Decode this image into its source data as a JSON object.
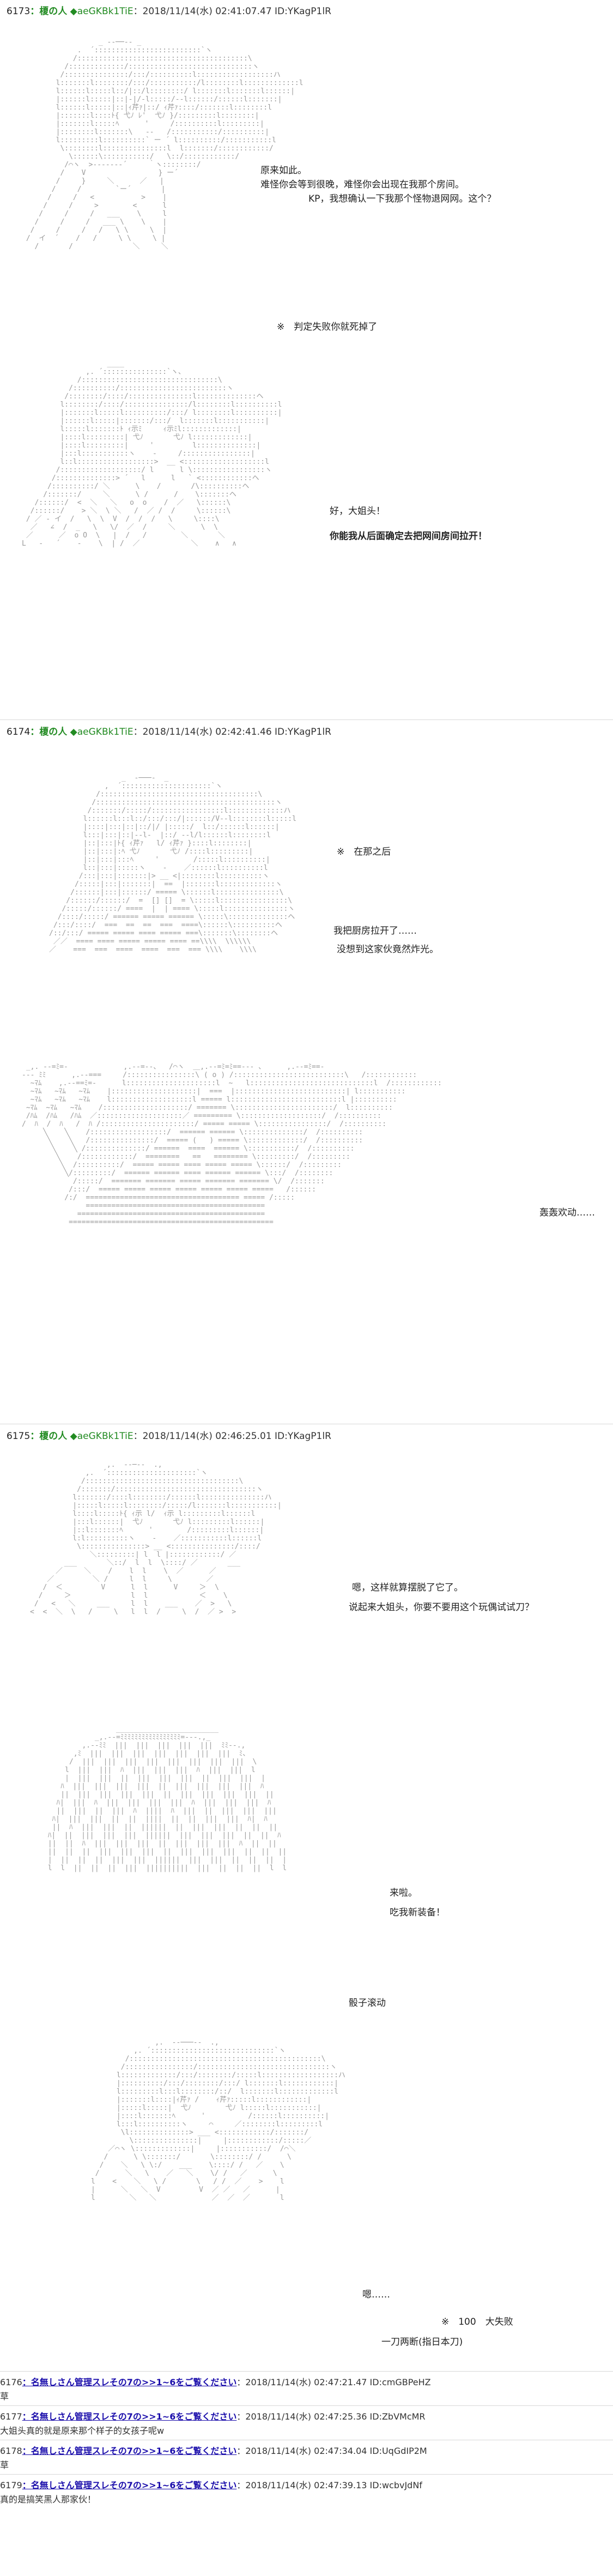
{
  "posts": [
    {
      "number": "6173",
      "author": "：榎の人",
      "trip": "◆aeGKBk1TiE",
      "datetime": "：2018/11/14(水) 02:41:07.47 ID:YKagP1lR",
      "lines": [
        "原来如此。",
        "难怪你会等到很晚，难怪你会出现在我那个房间。",
        "KP，我想确认一下我那个怪物退网网。这个？"
      ],
      "note": "※　判定失败你就死掉了",
      "lines2": [
        "好，大姐头！",
        "你能我从后面确定去把网间房间拉开！"
      ]
    },
    {
      "number": "6174",
      "author": "：榎の人",
      "trip": "◆aeGKBk1TiE",
      "datetime": "：2018/11/14(水) 02:42:41.46 ID:YKagP1lR",
      "note": "※　在那之后",
      "lines": [
        "我把厨房拉开了……",
        "没想到这家伙竟然炸光。"
      ],
      "sfx": "轰轰欢动……"
    },
    {
      "number": "6175",
      "author": "：榎の人",
      "trip": "◆aeGKBk1TiE",
      "datetime": "：2018/11/14(水) 02:46:25.01 ID:YKagP1lR",
      "lines": [
        "嗯，这样就算摆脱了它了。",
        "说起来大姐头，你要不要用这个玩偶试试刀？"
      ],
      "lines2": [
        "来啦。",
        "吃我新装备！"
      ],
      "sfx": "骰子滚动",
      "sfx2": "嗯……",
      "dice": "※　100　大失败",
      "result": "一刀两断(指日本刀)"
    }
  ],
  "replies": [
    {
      "number": "6176",
      "link": "：名無しさん管理スレその7の>>1~6をご覧ください",
      "datetime": "：2018/11/14(水) 02:47:21.47 ID:cmGBPeHZ",
      "body": "草"
    },
    {
      "number": "6177",
      "link": "：名無しさん管理スレその7の>>1~6をご覧ください",
      "datetime": "：2018/11/14(水) 02:47:25.36 ID:ZbVMcMR",
      "body": "大姐头真的就是原来那个样子的女孩子呢w"
    },
    {
      "number": "6178",
      "link": "：名無しさん管理スレその7の>>1~6をご覧ください",
      "datetime": "：2018/11/14(水) 02:47:34.04 ID:UqGdIP2M",
      "body": "草"
    },
    {
      "number": "6179",
      "link": "：名無しさん管理スレその7の>>1~6をご覧ください",
      "datetime": "：2018/11/14(水) 02:47:39.13 ID:wcbvJdNf",
      "body": "真的是搞笑黑人那家伙！"
    }
  ]
}
